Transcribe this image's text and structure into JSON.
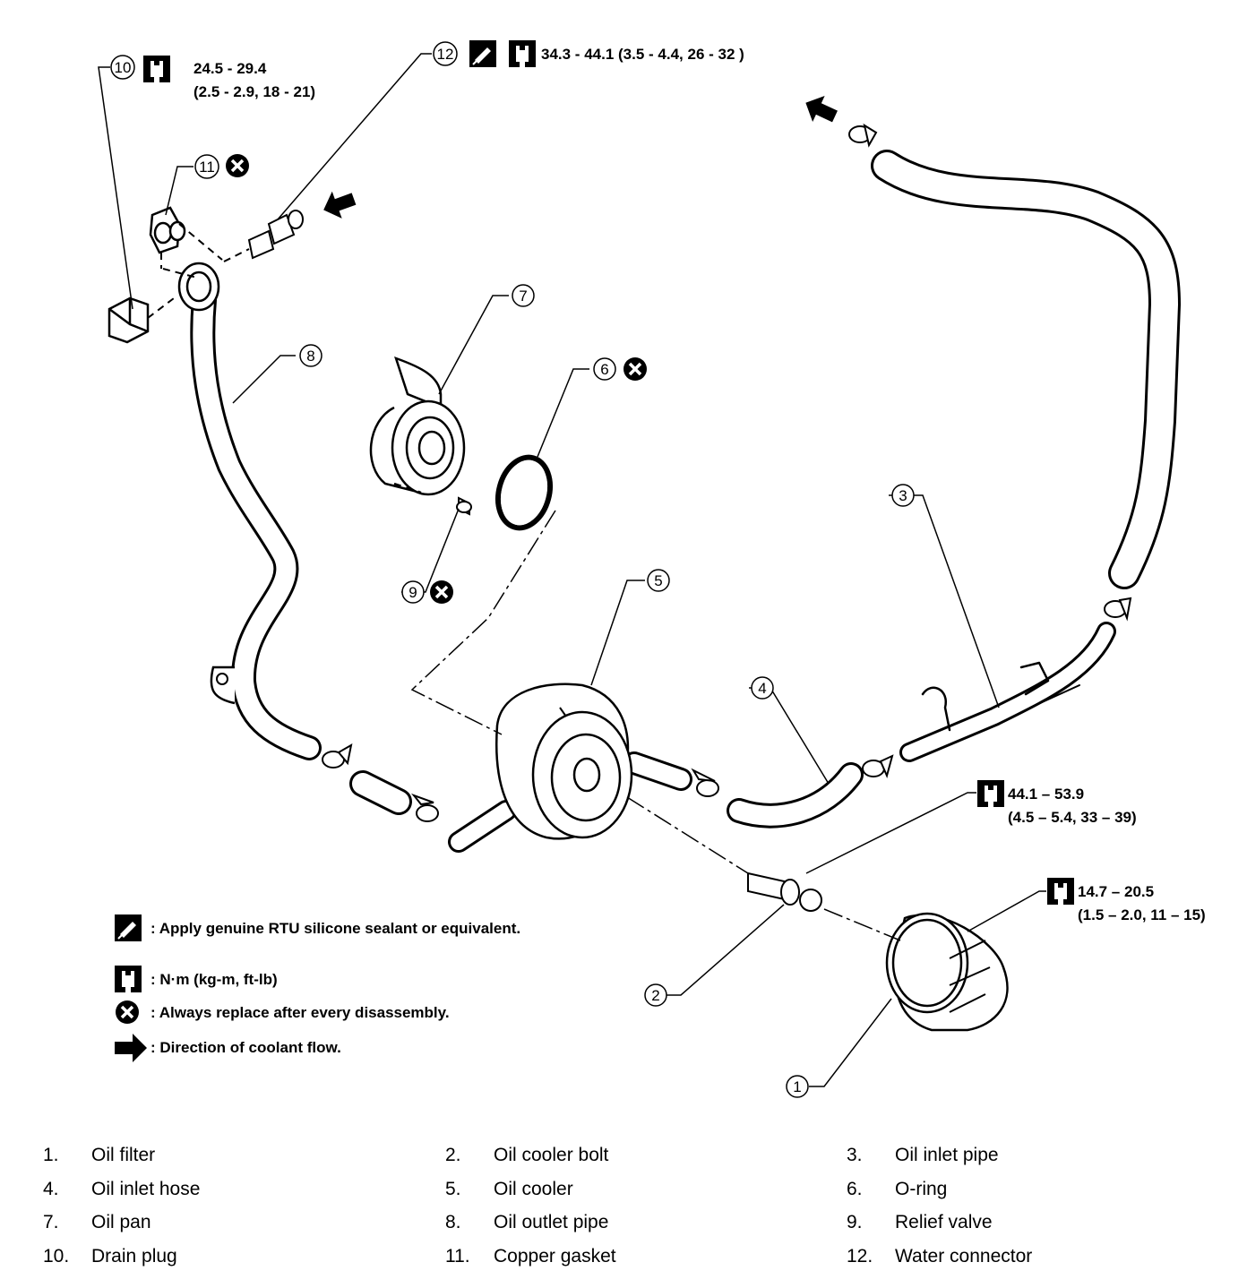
{
  "callouts": [
    "1",
    "2",
    "3",
    "4",
    "5",
    "6",
    "7",
    "8",
    "9",
    "10",
    "11",
    "12"
  ],
  "torque": {
    "drain_plug": {
      "line1": "24.5 - 29.4",
      "line2": "(2.5 - 2.9, 18 - 21)"
    },
    "water_connector": {
      "line1": "34.3 - 44.1 (3.5 - 4.4, 26 - 32 )"
    },
    "oil_cooler_bolt": {
      "line1": "44.1 – 53.9",
      "line2": "(4.5 – 5.4, 33 – 39)"
    },
    "oil_filter": {
      "line1": "14.7 – 20.5",
      "line2": "(1.5 – 2.0, 11 – 15)"
    }
  },
  "legend": {
    "sealant": ": Apply genuine RTU silicone sealant or equivalent.",
    "torque_unit": ": N·m (kg-m, ft-lb)",
    "replace": ": Always replace after every disassembly.",
    "flow": ": Direction of coolant flow."
  },
  "icons": {
    "torque": "wrench-icon",
    "sealant": "sealant-tube-icon",
    "replace": "x-circle-icon",
    "flow": "flow-arrow-icon"
  },
  "parts": [
    {
      "num": "1.",
      "name": "Oil filter"
    },
    {
      "num": "2.",
      "name": "Oil cooler bolt"
    },
    {
      "num": "3.",
      "name": "Oil inlet pipe"
    },
    {
      "num": "4.",
      "name": "Oil inlet hose"
    },
    {
      "num": "5.",
      "name": "Oil cooler"
    },
    {
      "num": "6.",
      "name": "O-ring"
    },
    {
      "num": "7.",
      "name": "Oil pan"
    },
    {
      "num": "8.",
      "name": "Oil outlet pipe"
    },
    {
      "num": "9.",
      "name": "Relief valve"
    },
    {
      "num": "10.",
      "name": "Drain plug"
    },
    {
      "num": "11.",
      "name": "Copper gasket"
    },
    {
      "num": "12.",
      "name": "Water connector"
    }
  ]
}
